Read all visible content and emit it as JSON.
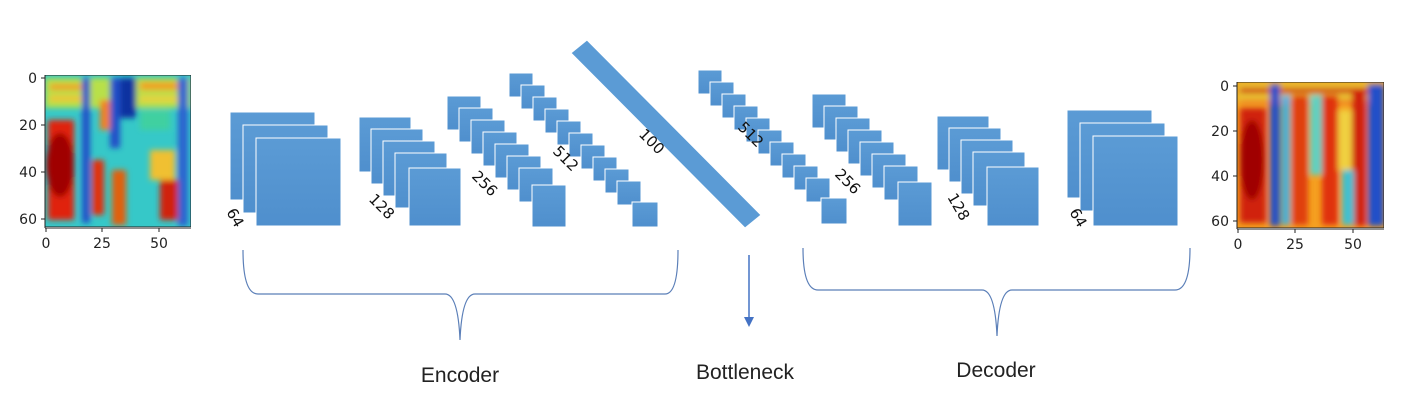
{
  "colors": {
    "block_fill": "#5b9bd5",
    "block_stroke": "#ffffff",
    "brace_stroke": "#5b7fb8",
    "arrow": "#4472c4",
    "axis": "#222222"
  },
  "input_spectrogram": {
    "y_ticks": [
      "0",
      "20",
      "40",
      "60"
    ],
    "x_ticks": [
      "0",
      "25",
      "50"
    ]
  },
  "output_spectrogram": {
    "y_ticks": [
      "0",
      "20",
      "40",
      "60"
    ],
    "x_ticks": [
      "0",
      "25",
      "50"
    ]
  },
  "encoder": {
    "label": "Encoder",
    "layers": [
      "64",
      "128",
      "256",
      "512"
    ]
  },
  "bottleneck": {
    "label": "Bottleneck",
    "size": "100"
  },
  "decoder": {
    "label": "Decoder",
    "layers": [
      "512",
      "256",
      "128",
      "64"
    ]
  }
}
